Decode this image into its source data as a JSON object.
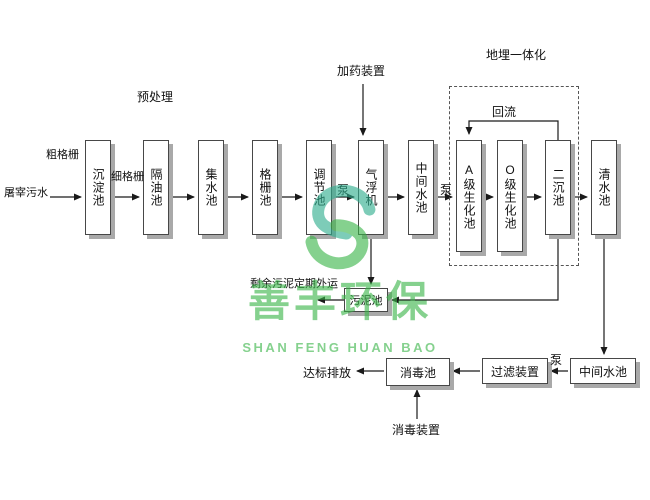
{
  "diagram": {
    "influent": "屠宰污水",
    "pretreatment": "预处理",
    "coarse_screen": "粗格栅",
    "fine_screen": "细格栅",
    "dosing_device": "加药装置",
    "buried_integration": "地埋一体化",
    "reflux": "回流",
    "excess_sludge": "剩余污泥定期外运",
    "discharge": "达标排放",
    "disinfection_device": "消毒装置",
    "pumps": [
      "泵",
      "泵",
      "泵"
    ],
    "tanks": [
      "沉淀池",
      "隔油池",
      "集水池",
      "格栅池",
      "调节池",
      "气浮机",
      "中间水池",
      "A级生化池",
      "O级生化池",
      "二沉池",
      "清水池"
    ],
    "sludge_tank": "污泥池",
    "bottom_flow": {
      "intermediate_tank": "中间水池",
      "filter_device": "过滤装置",
      "disinfection_tank": "消毒池"
    }
  },
  "watermark": {
    "name": "善丰环保",
    "pinyin": "SHAN FENG HUAN BAO",
    "green": "#3bb54a",
    "teal": "#2fae8e"
  }
}
